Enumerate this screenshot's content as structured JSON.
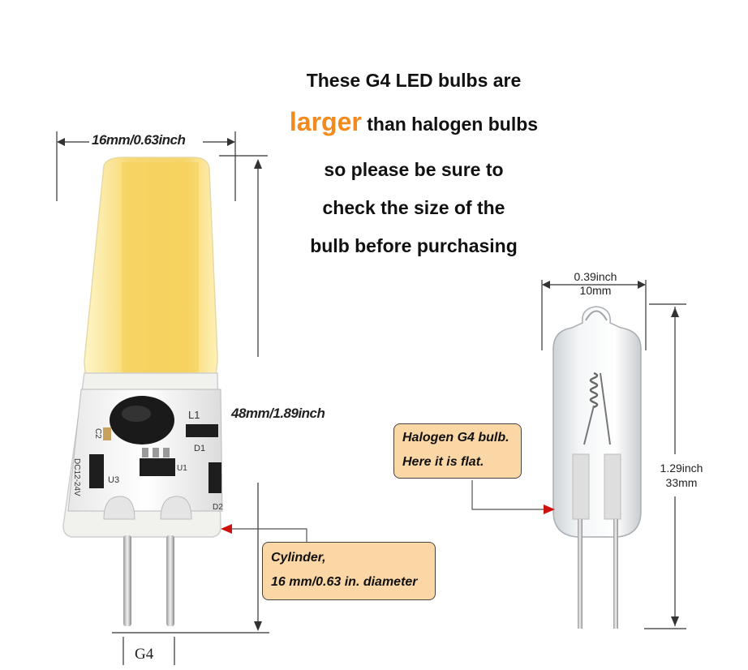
{
  "headline": {
    "line1": "These G4 LED bulbs are",
    "line2_highlight": "larger",
    "line2_rest": " than halogen bulbs",
    "line3": "so please be sure to",
    "line4": "check the size of the",
    "line5": "bulb before purchasing"
  },
  "led_bulb": {
    "width_label": "16mm/0.63inch",
    "height_label": "48mm/1.89inch",
    "base_label": "G4",
    "pcb_labels": [
      "L1",
      "D1",
      "U1",
      "U3",
      "D2",
      "DC12-24V",
      "C2"
    ],
    "callout_line1": "Cylinder,",
    "callout_line2": "16 mm/0.63 in. diameter"
  },
  "halogen_bulb": {
    "width_label_1": "0.39inch",
    "width_label_2": "10mm",
    "height_label_1": "1.29inch",
    "height_label_2": "33mm",
    "callout_line1": "Halogen G4 bulb.",
    "callout_line2": "Here it is flat."
  },
  "colors": {
    "accent_orange": "#f28a1e",
    "callout_fill": "#fbd7a6",
    "arrow_red": "#cc1111",
    "led_yellow": "#f7d873"
  }
}
